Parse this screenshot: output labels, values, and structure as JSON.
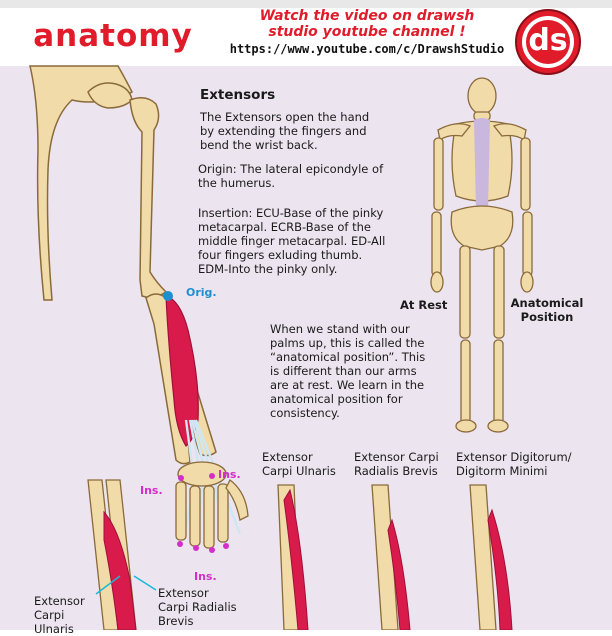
{
  "header": {
    "brand_word": "anatomy",
    "promo_line1": "Watch the video on drawsh",
    "promo_line2": "studio youtube channel !",
    "url": "https://www.youtube.com/c/DrawshStudio",
    "logo_letters": "ds"
  },
  "main": {
    "heading": "Extensors",
    "para1": [
      "The Extensors open the hand",
      "by extending the fingers and",
      "bend the wrist back."
    ],
    "para2": [
      "Origin: The lateral epicondyle of",
      "the humerus."
    ],
    "para3": [
      "Insertion: ECU-Base of the pinky",
      "metacarpal.  ECRB-Base of the",
      "middle finger metacarpal.  ED-All",
      "four fingers exluding thumb.",
      "EDM-Into the pinky only."
    ],
    "para4": [
      "When we stand with our",
      "palms up, this is called the",
      "“anatomical position”.  This",
      "is different than our arms",
      "are at rest.  We learn in the",
      "anatomical position for",
      "consistency."
    ]
  },
  "skeleton": {
    "at_rest": "At Rest",
    "anat_pos": [
      "Anatomical",
      "Position"
    ]
  },
  "arm_labels": {
    "orig": "Orig.",
    "ins_left": "Ins.",
    "ins_right": "Ins.",
    "ins_bottom": "Ins."
  },
  "muscle_titles": {
    "ecu": [
      "Extensor",
      "Carpi Ulnaris"
    ],
    "ecrb": [
      "Extensor Carpi",
      "Radialis Brevis"
    ],
    "ed": [
      "Extensor Digitorum/",
      "Digitorm Minimi"
    ]
  },
  "bottom_labels": {
    "ecu": [
      "Extensor",
      "Carpi",
      "Ulnaris"
    ],
    "ecrb": [
      "Extensor",
      "Carpi Radialis",
      "Brevis"
    ]
  },
  "colors": {
    "brand_red": "#e01b2a",
    "bone": "#f1dba8",
    "bone_outline": "#8a6a3a",
    "muscle": "#d81b4a",
    "muscle_dark": "#a0103a",
    "tendon": "#cfe6f3",
    "bg_lavender": "#ece4ef",
    "orig_blue": "#1c8fd0",
    "ins_pink": "#d42ec8"
  }
}
